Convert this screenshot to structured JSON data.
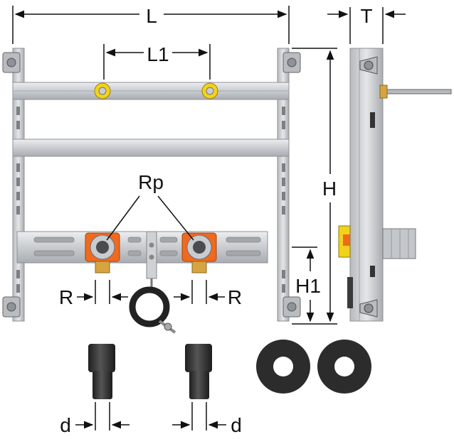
{
  "labels": {
    "L": "L",
    "L1": "L1",
    "T": "T",
    "H": "H",
    "H1": "H1",
    "Rp": "Rp",
    "R_left": "R",
    "R_right": "R",
    "d_left": "d",
    "d_right": "d"
  },
  "colors": {
    "frame": "#d4d6d9",
    "frame_dark": "#9a9da1",
    "fitting": "#ef6a1f",
    "brass": "#d6a440",
    "yellow": "#f3d21b",
    "rubber": "#2c2c2c",
    "line": "#111111"
  },
  "parts": {
    "sleeves": 2,
    "washers": 2
  }
}
